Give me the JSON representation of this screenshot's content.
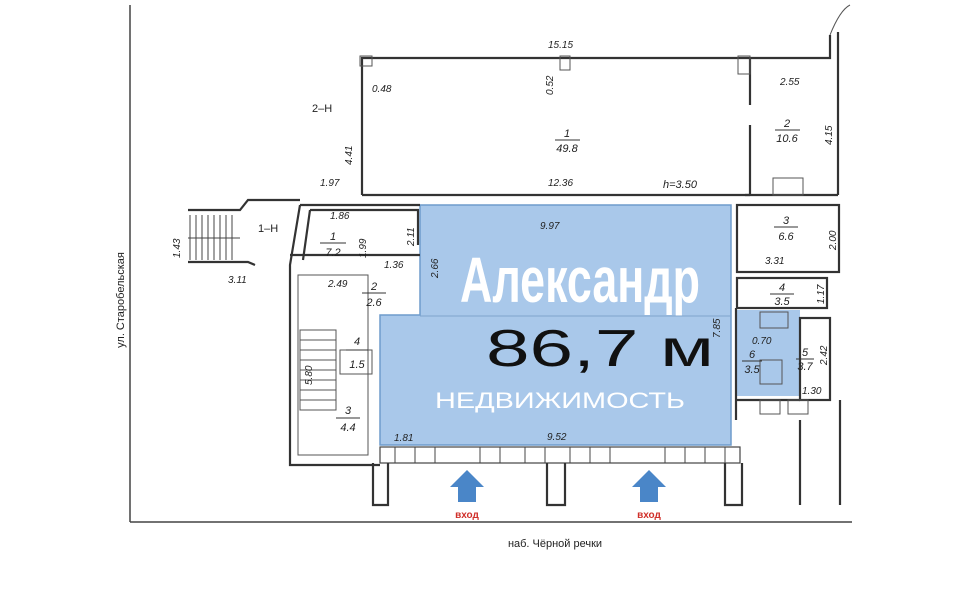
{
  "plan": {
    "street_bottom": "наб. Чёрной речки",
    "street_left": "ул. Старобельская",
    "area_label": "86,7  м",
    "highlight_color": "#a9c8ea",
    "arrow_color": "#4a86c8",
    "entrance_color": "#d0302a",
    "entrances": [
      "вход",
      "вход"
    ],
    "watermark": {
      "name": "Александр",
      "sub": "НЕДВИЖИМОСТЬ"
    },
    "unit_labels": {
      "n1": "1–Н",
      "n2": "2–Н",
      "height": "h=3.50"
    },
    "dimensions": {
      "d1515": "15.15",
      "d048": "0.48",
      "d052": "0.52",
      "d255": "2.55",
      "d415": "4.15",
      "d441": "4.41",
      "d197": "1.97",
      "d1236": "12.36",
      "d186": "1.86",
      "d199": "1.99",
      "d211": "2.11",
      "d143": "1.43",
      "d311": "3.11",
      "d997": "9.97",
      "d200": "2.00",
      "d331": "3.31",
      "d117": "1.17",
      "d070": "0.70",
      "d242": "2.42",
      "d130": "1.30",
      "d785": "7.85",
      "d266": "2.66",
      "d249": "2.49",
      "d136": "1.36",
      "d580": "5.80",
      "d181": "1.81",
      "d952": "9.52"
    },
    "rooms": [
      {
        "num": "1",
        "area": "49.8"
      },
      {
        "num": "2",
        "area": "10.6"
      },
      {
        "num": "1",
        "area": "7.2"
      },
      {
        "num": "2",
        "area": "2.6"
      },
      {
        "num": "4",
        "area": "1.5"
      },
      {
        "num": "3",
        "area": "4.4"
      },
      {
        "num": "3",
        "area": "6.6"
      },
      {
        "num": "4",
        "area": "3.5"
      },
      {
        "num": "5",
        "area": "3.7"
      },
      {
        "num": "6",
        "area": "3.5"
      }
    ]
  }
}
